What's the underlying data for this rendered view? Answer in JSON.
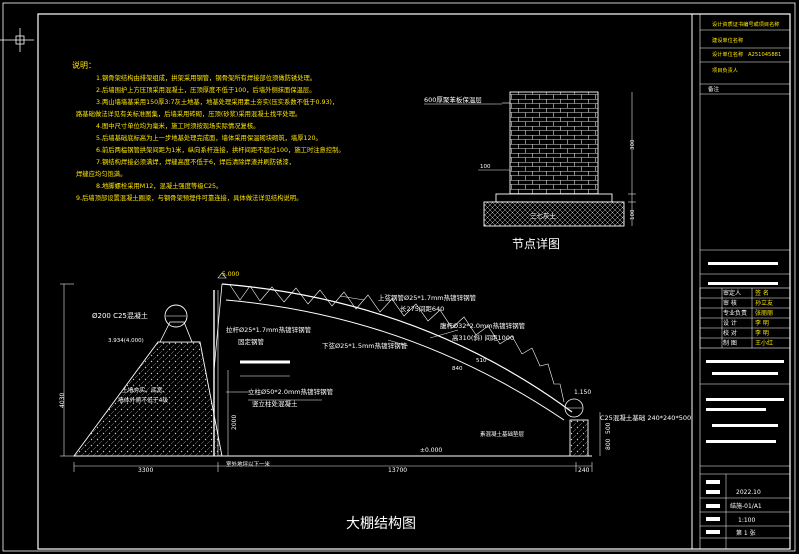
{
  "notes": {
    "heading": "说明：",
    "lines": [
      "1.钢骨架结构由排架组成，拱架采用钢管，钢骨架所有焊接部位须做防锈处理。",
      "2.后墙围护上方压顶采用混凝土，压顶厚度不低于100，后墙外侧抹面保温层。",
      "3.两山墙墙基采用150厚3:7灰土地基，地基处理采用素土夯实(压实系数不低于0.93)，",
      "路基础做法详见有关标准图集，后墙采用砖砌，压顶(砂浆)采用混凝土找平处理。",
      "4.图中尺寸单位均为毫米，施工时须按现场实际情况复核。",
      "5.后墙基础底标高为上一步地基处理完成面，墙体采用保温砌块砌筑，墙厚120。",
      "6.前后两榀钢管拱架间距为1米，纵向系杆连接，拱杆间距不超过100，施工时注意控制。",
      "7.钢结构焊接必须满焊，焊缝高度不低于6，焊后清除焊渣并刷防锈漆，",
      "焊缝应均匀饱满。",
      "8.地脚螺栓采用M12，混凝土强度等级C25。",
      "9.后墙顶部设置混凝土圈梁，与钢骨架预埋件可靠连接，具体做法详见结构说明。"
    ]
  },
  "node_detail": {
    "annotation": "600厚聚苯板保温层",
    "dim_right_1": "300",
    "dim_right_2": "100",
    "dim_left": "100",
    "base_label": "三七灰土",
    "caption": "节点详图"
  },
  "structure": {
    "dia_label": "Ø200  C25混凝土",
    "elev_top": "5.000",
    "elev_mid_left": "3.934(4.000)",
    "elev_right": "1.150",
    "elev_ground": "±0.000",
    "dim_height": "4030",
    "dim_pillar": "2000",
    "dim_right_h": "800",
    "dim_right_h2": "500",
    "dim_left_span": "3300",
    "dim_main_span": "13700",
    "dim_right_span": "240",
    "dim_arc_1": "510",
    "dim_arc_2": "840",
    "upper_chord": "上弦钢管Ø25*1.7mm热镀锌钢管",
    "upper_chord_2": "长275间距640",
    "web_member": "腹杆Ø32*2.0mm热镀锌钢管",
    "web_member_2": "高310(斜)  间距1000",
    "lower_chord": "下弦Ø25*1.5mm热镀锌钢管",
    "left_brace": "拉杆Ø25*1.7mm热镀锌钢管",
    "left_brace_2": "固定钢管",
    "post": "立柱Ø50*2.0mm热镀锌钢管",
    "post_2": "竖立柱处混凝土",
    "wall_fill": "土墙夯实，底宽、",
    "wall_fill_2": "墙体外侧不低于4级",
    "ground_label": "室外地坪以下一米",
    "foundation_right": "C25混凝土基础 240*240*500",
    "foot_note": "素混凝土基础垫层",
    "caption": "大棚结构图"
  },
  "title_block": {
    "row1": "设计资质证书编号或项目名称",
    "row2": "建设单位名称",
    "row3": "设计单位名称",
    "row4": "项目负责人",
    "cert": "A251045881",
    "label_beizhu": "备注",
    "sign_rows": [
      {
        "role": "审定人",
        "name": "签 名"
      },
      {
        "role": "审 核",
        "name": "孙立友"
      },
      {
        "role": "专业负责",
        "name": "张丽丽"
      },
      {
        "role": "设 计",
        "name": "李 明"
      },
      {
        "role": "校 对",
        "name": "李 明"
      },
      {
        "role": "制 图",
        "name": "王小红"
      }
    ],
    "date": "2022.10",
    "drawing_no": "结施-01/A1",
    "scale": "1:100",
    "sheet": "第 1 张"
  }
}
